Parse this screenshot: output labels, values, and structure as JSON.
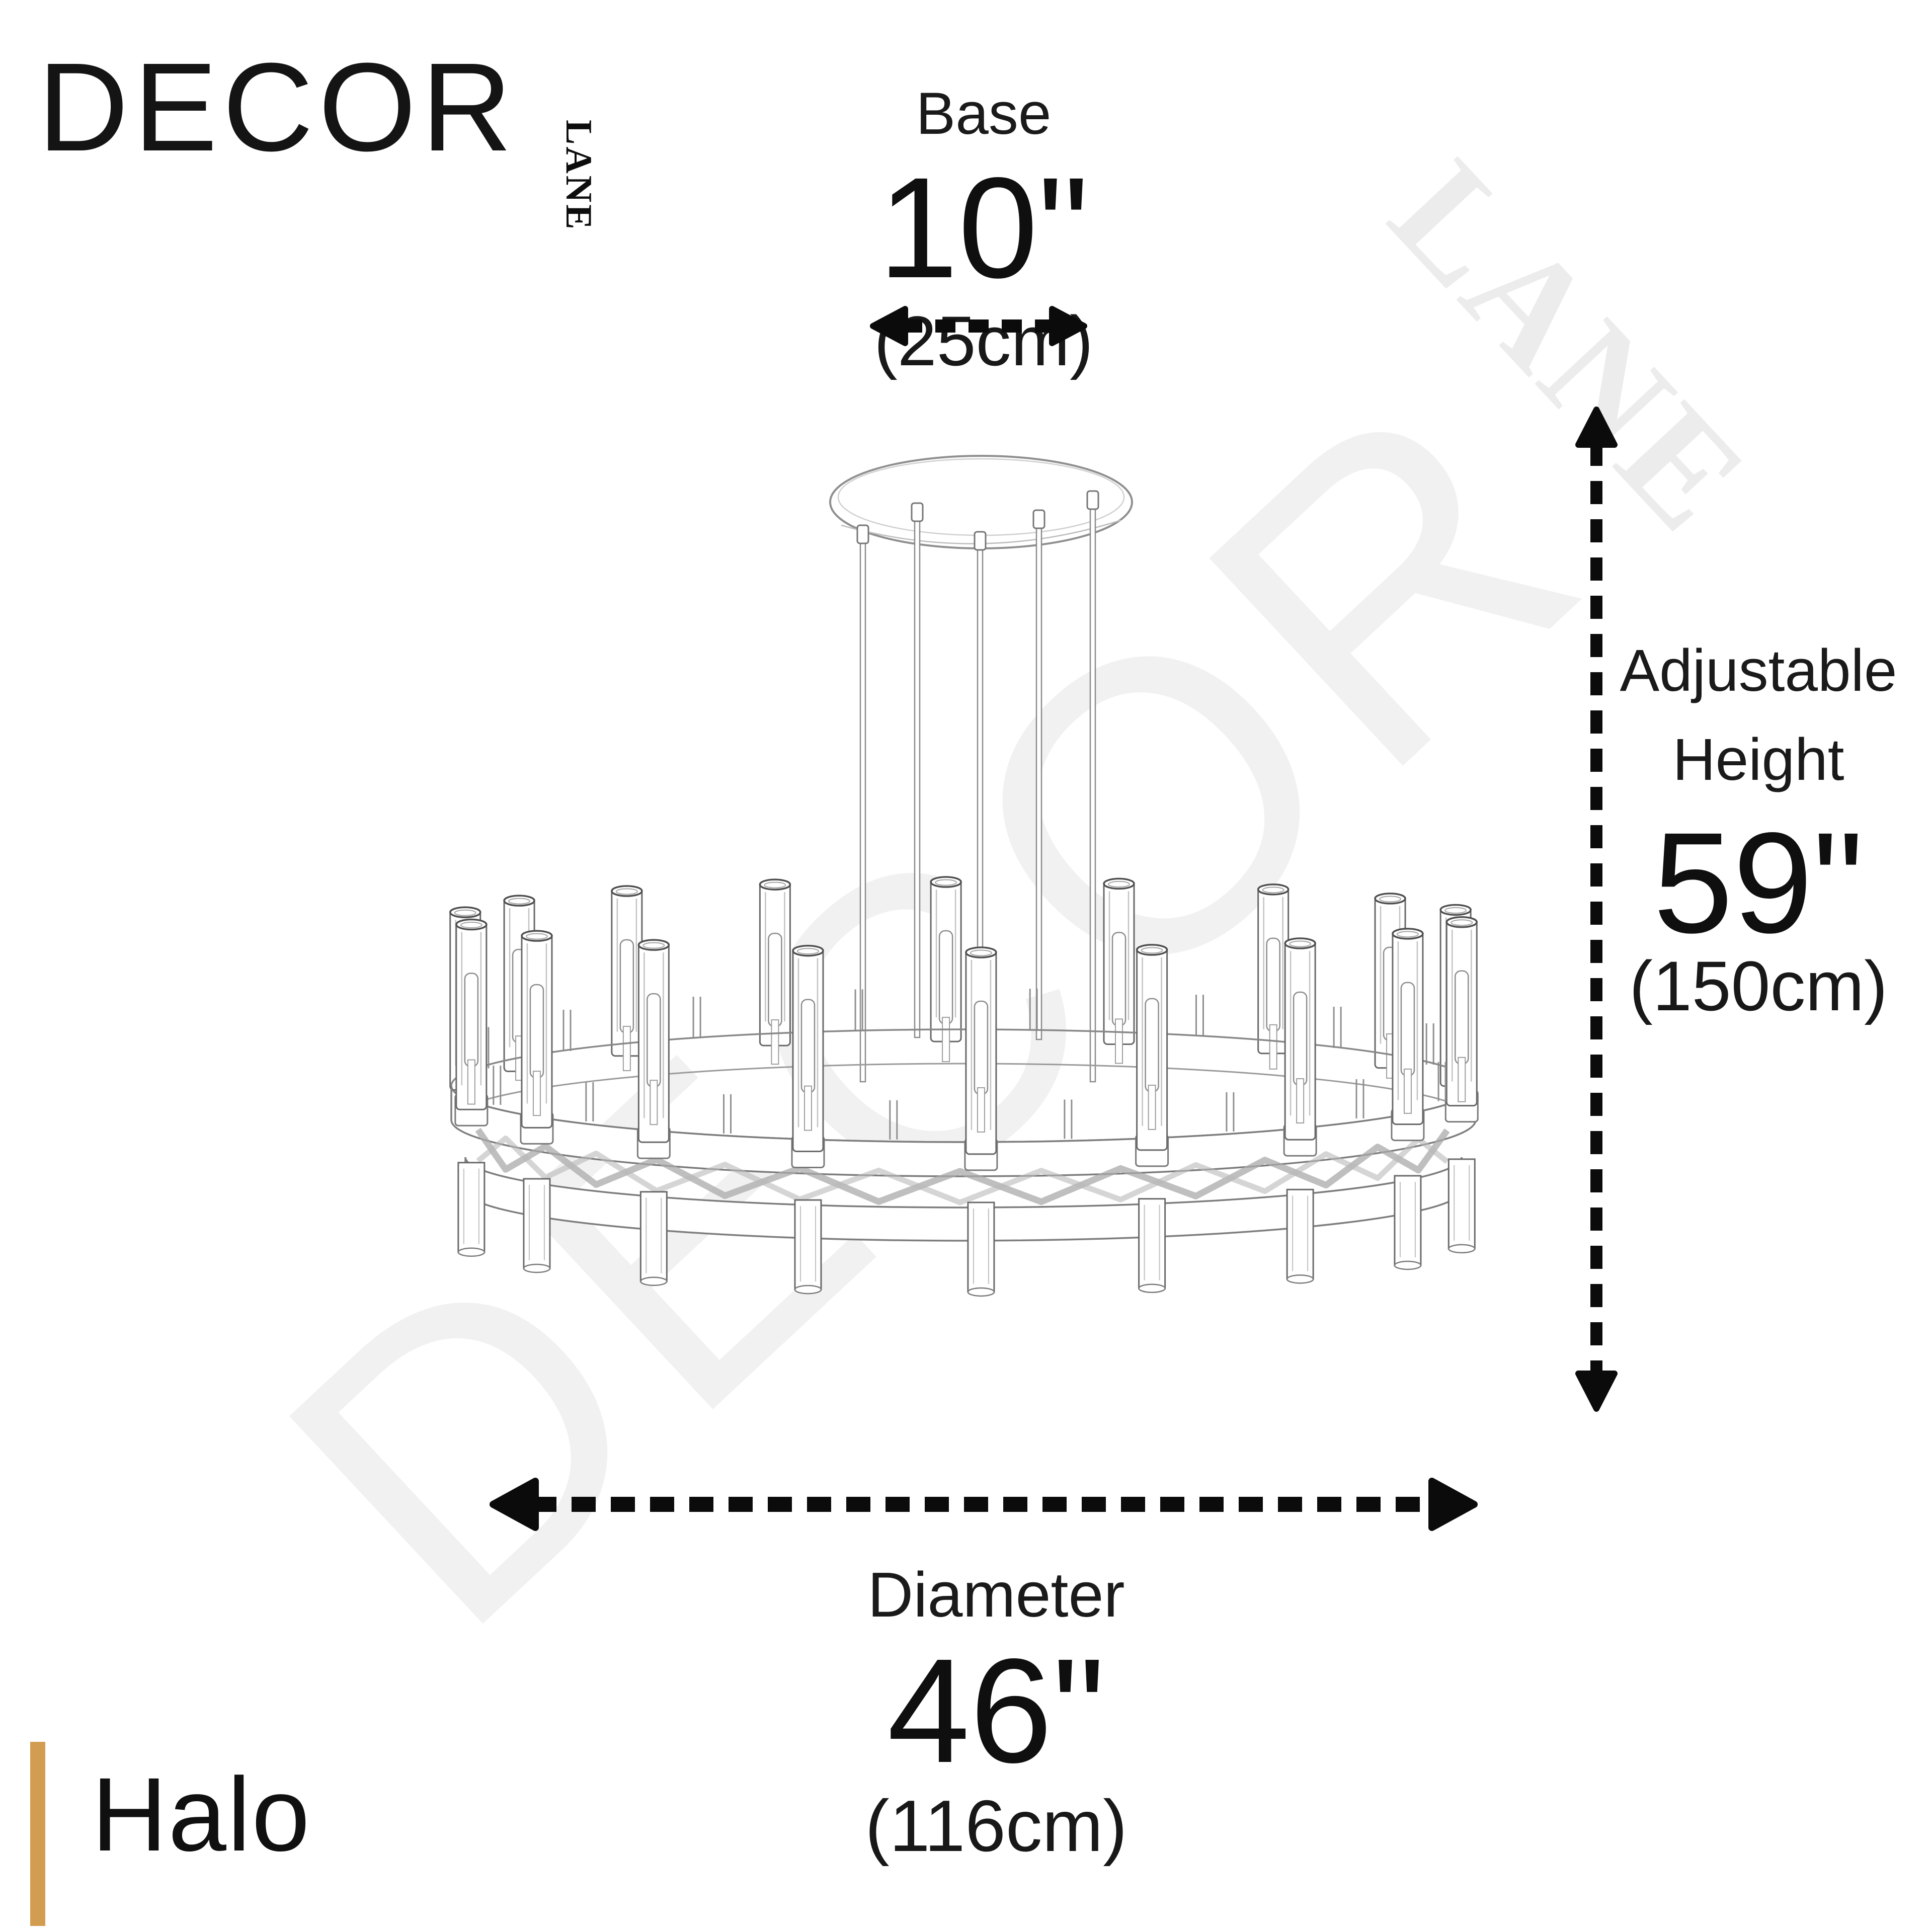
{
  "brand": {
    "primary": "DECOR",
    "secondary": "LANE"
  },
  "watermark": {
    "decor_text": "DECOR",
    "lane_text": "LANE",
    "decor_color": "#f1f1f1",
    "lane_color": "#ececec"
  },
  "spec_base": {
    "label": "Base",
    "value_in": "10\"",
    "value_cm": "(25cm)"
  },
  "spec_height": {
    "label_line1": "Adjustable",
    "label_line2": "Height",
    "value_in": "59\"",
    "value_cm": "(150cm)"
  },
  "spec_diameter": {
    "label": "Diameter",
    "value_in": "46\"",
    "value_cm": "(116cm)"
  },
  "product": {
    "name": "Halo"
  },
  "colors": {
    "accent_gold": "#d29d50",
    "arrow_black": "#0b0b0b",
    "text_dark": "#151515",
    "sketch_stroke": "#6e6e6e"
  }
}
